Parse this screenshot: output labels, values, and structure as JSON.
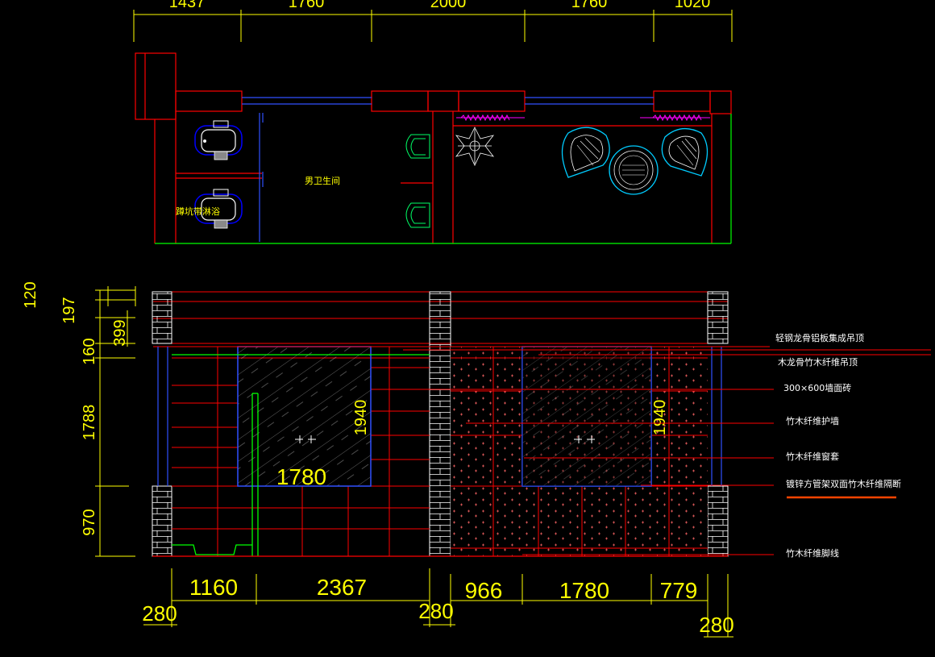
{
  "plan": {
    "top_dims": [
      "1437",
      "1760",
      "2000",
      "1760",
      "1020"
    ],
    "room_label": "男卫生间",
    "shower_label": "蹲坑带淋浴"
  },
  "elevation": {
    "left_dims": [
      "120",
      "197",
      "399",
      "160",
      "1788",
      "970"
    ],
    "inner_dims": [
      "1940",
      "1940",
      "1780"
    ],
    "bottom_dims": [
      "1160",
      "2367",
      "966",
      "1780",
      "779"
    ],
    "bottom_offsets": [
      "280",
      "280",
      "280"
    ]
  },
  "annotations": [
    "轻钢龙骨铝板集成吊顶",
    "木龙骨竹木纤维吊顶",
    "300×600墙面砖",
    "竹木纤维护墙",
    "竹木纤维窗套",
    "镀锌方管架双面竹木纤维隔断",
    "竹木纤维脚线"
  ],
  "colors": {
    "wall": "#ff0000",
    "dimension": "#ffff00",
    "glass": "#0000ff",
    "fixture": "#00ffff",
    "floor": "#00ff00",
    "accent": "#ff00ff",
    "leader": "#ff4400"
  }
}
